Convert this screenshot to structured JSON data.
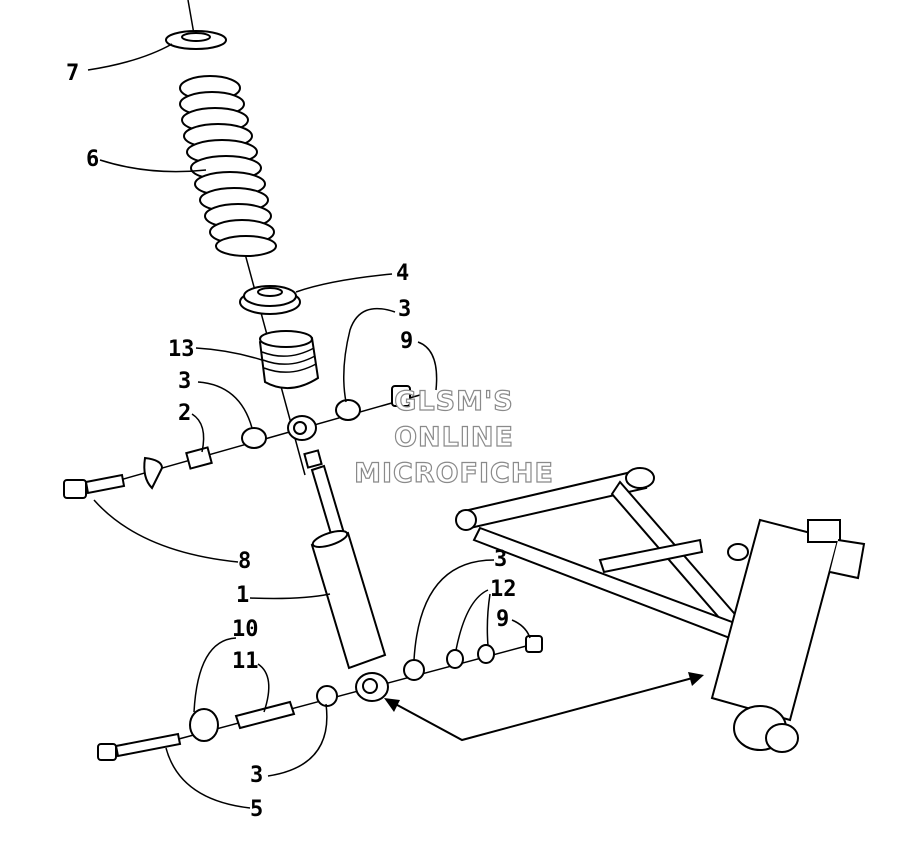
{
  "diagram": {
    "callouts": [
      "7",
      "6",
      "4",
      "3",
      "9",
      "13",
      "3",
      "2",
      "8",
      "1",
      "3",
      "12",
      "9",
      "10",
      "11",
      "3",
      "5"
    ],
    "watermark": [
      "GLSM'S",
      "ONLINE",
      "MICROFICHE"
    ]
  },
  "colors": {
    "line": "#000000",
    "background": "#ffffff",
    "watermark": "#8a8a8a"
  }
}
